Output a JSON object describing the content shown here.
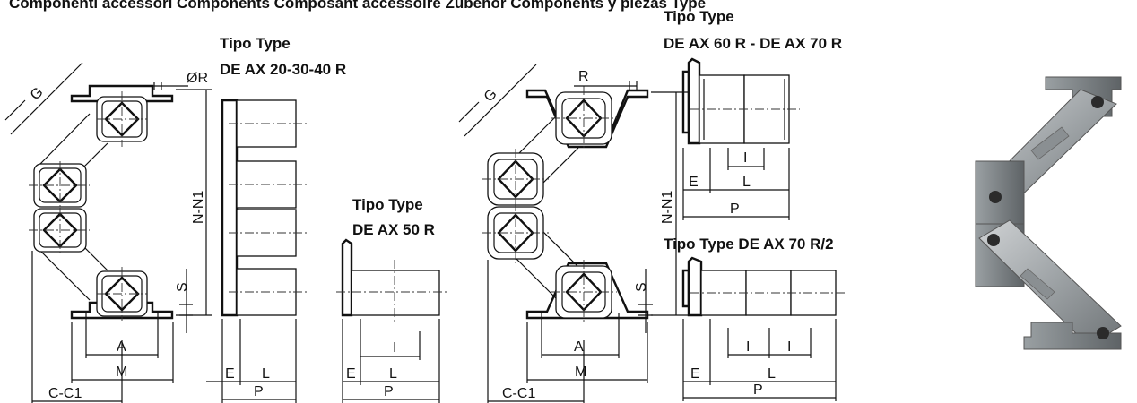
{
  "header": {
    "cut_text": "Componenti accessori     Components     Composant accessoire     Zubehör     Components y piezas     Type"
  },
  "titles": {
    "type_20_30_40_a": "Tipo Type",
    "type_20_30_40_b": "DE AX 20-30-40 R",
    "type_50_a": "Tipo Type",
    "type_50_b": "DE AX 50 R",
    "type_60_70_a": "Tipo Type",
    "type_60_70_b": "DE AX 60 R - DE AX 70 R",
    "type_70_2": "Tipo Type DE AX 70 R/2"
  },
  "dims": {
    "g": "G",
    "r_dia": "ØR",
    "r": "R",
    "n_n1": "N-N1",
    "s": "S",
    "a": "A",
    "m": "M",
    "c_c1": "C-C1",
    "e": "E",
    "l": "L",
    "p": "P",
    "i": "I"
  }
}
